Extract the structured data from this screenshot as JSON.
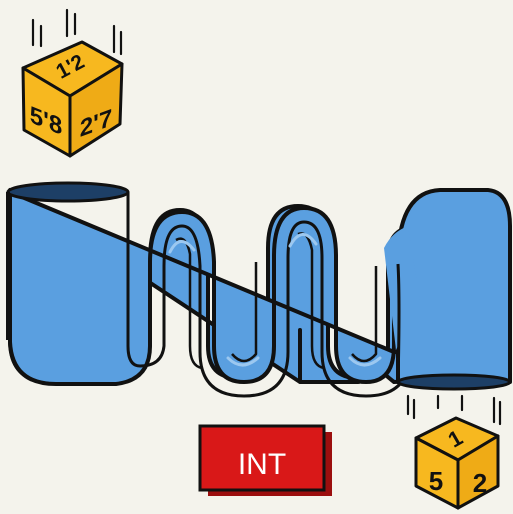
{
  "top_die": {
    "top_face": "1'2",
    "left_face": "5'8",
    "right_face": "2'7"
  },
  "bottom_die": {
    "top_face": "1",
    "left_face": "5",
    "right_face": "2"
  },
  "int_box": {
    "label": "INT"
  },
  "colors": {
    "background": "#f4f3ec",
    "pipe": "#5a9fe0",
    "pipe_dark": "#2f6fb5",
    "die": "#f7b81f",
    "die_side": "#e9a40f",
    "int_box": "#d91818",
    "outline": "#111111"
  }
}
